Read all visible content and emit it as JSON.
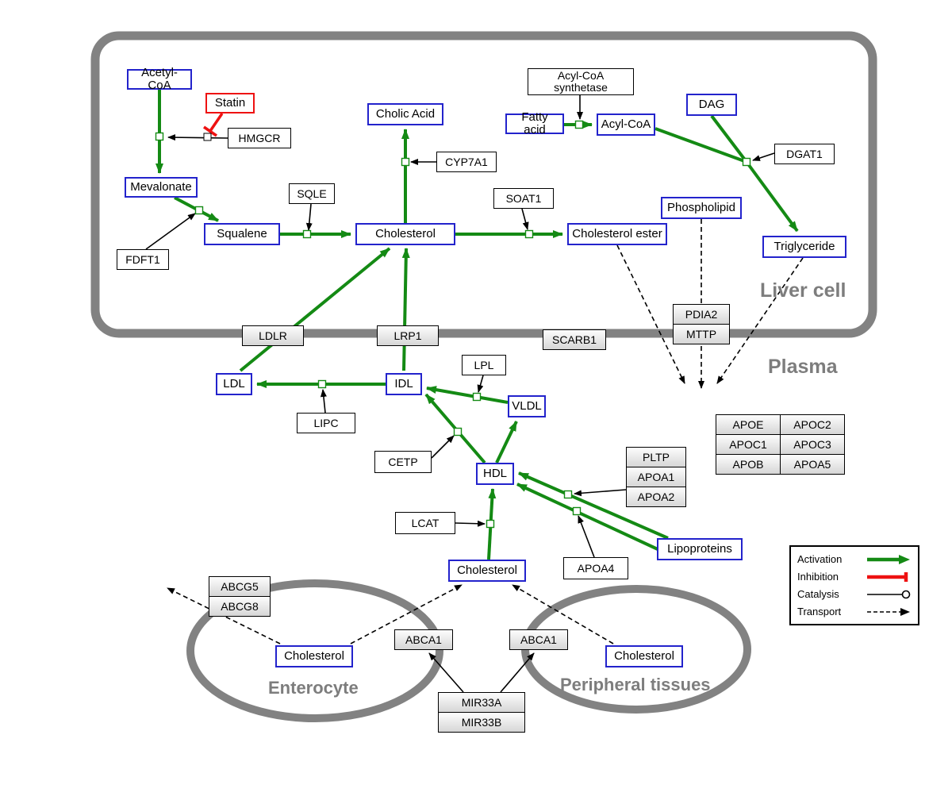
{
  "compartments": {
    "liver": {
      "label": "Liver cell"
    },
    "plasma": {
      "label": "Plasma"
    },
    "enterocyte": {
      "label": "Enterocyte"
    },
    "peripheral": {
      "label": "Peripheral tissues"
    }
  },
  "nodes": {
    "acetyl_coa": {
      "label": "Acetyl-CoA"
    },
    "statin": {
      "label": "Statin"
    },
    "hmgcr": {
      "label": "HMGCR"
    },
    "mevalonate": {
      "label": "Mevalonate"
    },
    "fdft1": {
      "label": "FDFT1"
    },
    "squalene": {
      "label": "Squalene"
    },
    "sqle": {
      "label": "SQLE"
    },
    "cholic_acid": {
      "label": "Cholic Acid"
    },
    "cyp7a1": {
      "label": "CYP7A1"
    },
    "cholesterol_liver": {
      "label": "Cholesterol"
    },
    "soat1": {
      "label": "SOAT1"
    },
    "cholesterol_ester": {
      "label": "Cholesterol ester"
    },
    "acyl_coa_synthetase": {
      "label": "Acyl-CoA synthetase"
    },
    "fatty_acid": {
      "label": "Fatty acid"
    },
    "acyl_coa": {
      "label": "Acyl-CoA"
    },
    "dag": {
      "label": "DAG"
    },
    "dgat1": {
      "label": "DGAT1"
    },
    "phospholipid": {
      "label": "Phospholipid"
    },
    "triglyceride": {
      "label": "Triglyceride"
    },
    "ldlr": {
      "label": "LDLR"
    },
    "lrp1": {
      "label": "LRP1"
    },
    "scarb1": {
      "label": "SCARB1"
    },
    "pdia2": {
      "label": "PDIA2"
    },
    "mttp": {
      "label": "MTTP"
    },
    "ldl": {
      "label": "LDL"
    },
    "idl": {
      "label": "IDL"
    },
    "lipc": {
      "label": "LIPC"
    },
    "lpl": {
      "label": "LPL"
    },
    "vldl": {
      "label": "VLDL"
    },
    "cetp": {
      "label": "CETP"
    },
    "hdl": {
      "label": "HDL"
    },
    "lcat": {
      "label": "LCAT"
    },
    "pltp": {
      "label": "PLTP"
    },
    "apoa1": {
      "label": "APOA1"
    },
    "apoa2": {
      "label": "APOA2"
    },
    "apoa4": {
      "label": "APOA4"
    },
    "lipoproteins": {
      "label": "Lipoproteins"
    },
    "cholesterol_plasma": {
      "label": "Cholesterol"
    },
    "abcg5": {
      "label": "ABCG5"
    },
    "abcg8": {
      "label": "ABCG8"
    },
    "cholesterol_enterocyte": {
      "label": "Cholesterol"
    },
    "abca1_enterocyte": {
      "label": "ABCA1"
    },
    "abca1_peripheral": {
      "label": "ABCA1"
    },
    "cholesterol_peripheral": {
      "label": "Cholesterol"
    },
    "mir33a": {
      "label": "MIR33A"
    },
    "mir33b": {
      "label": "MIR33B"
    }
  },
  "apo_table": {
    "rows": [
      [
        "APOE",
        "APOC2"
      ],
      [
        "APOC1",
        "APOC3"
      ],
      [
        "APOB",
        "APOA5"
      ]
    ]
  },
  "legend": {
    "activation": "Activation",
    "inhibition": "Inhibition",
    "catalysis": "Catalysis",
    "transport": "Transport"
  },
  "colors": {
    "activation_green": "#148a14",
    "inhibition_red": "#ee1111",
    "metabolite_border_blue": "#2323cc",
    "compartment_gray": "#828282"
  }
}
